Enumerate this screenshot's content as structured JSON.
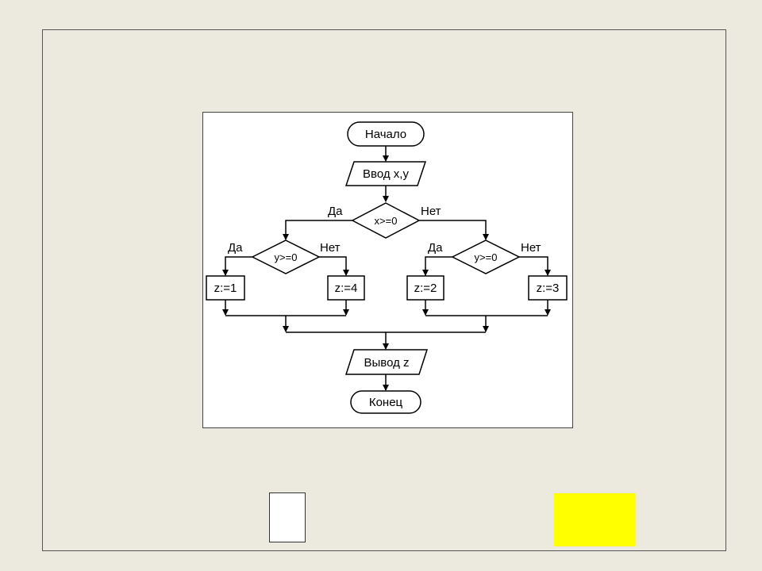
{
  "flowchart": {
    "start": "Начало",
    "input": "Ввод x,y",
    "cond_x": "x>=0",
    "cond_y_left": "y>=0",
    "cond_y_right": "y>=0",
    "assign_1": "z:=1",
    "assign_4": "z:=4",
    "assign_2": "z:=2",
    "assign_3": "z:=3",
    "output": "Вывод z",
    "end": "Конец",
    "yes_x": "Да",
    "no_x": "Нет",
    "yes_left": "Да",
    "no_left": "Нет",
    "yes_right": "Да",
    "no_right": "Нет"
  },
  "colors": {
    "background": "#ece9df",
    "highlight": "#ffff00"
  }
}
